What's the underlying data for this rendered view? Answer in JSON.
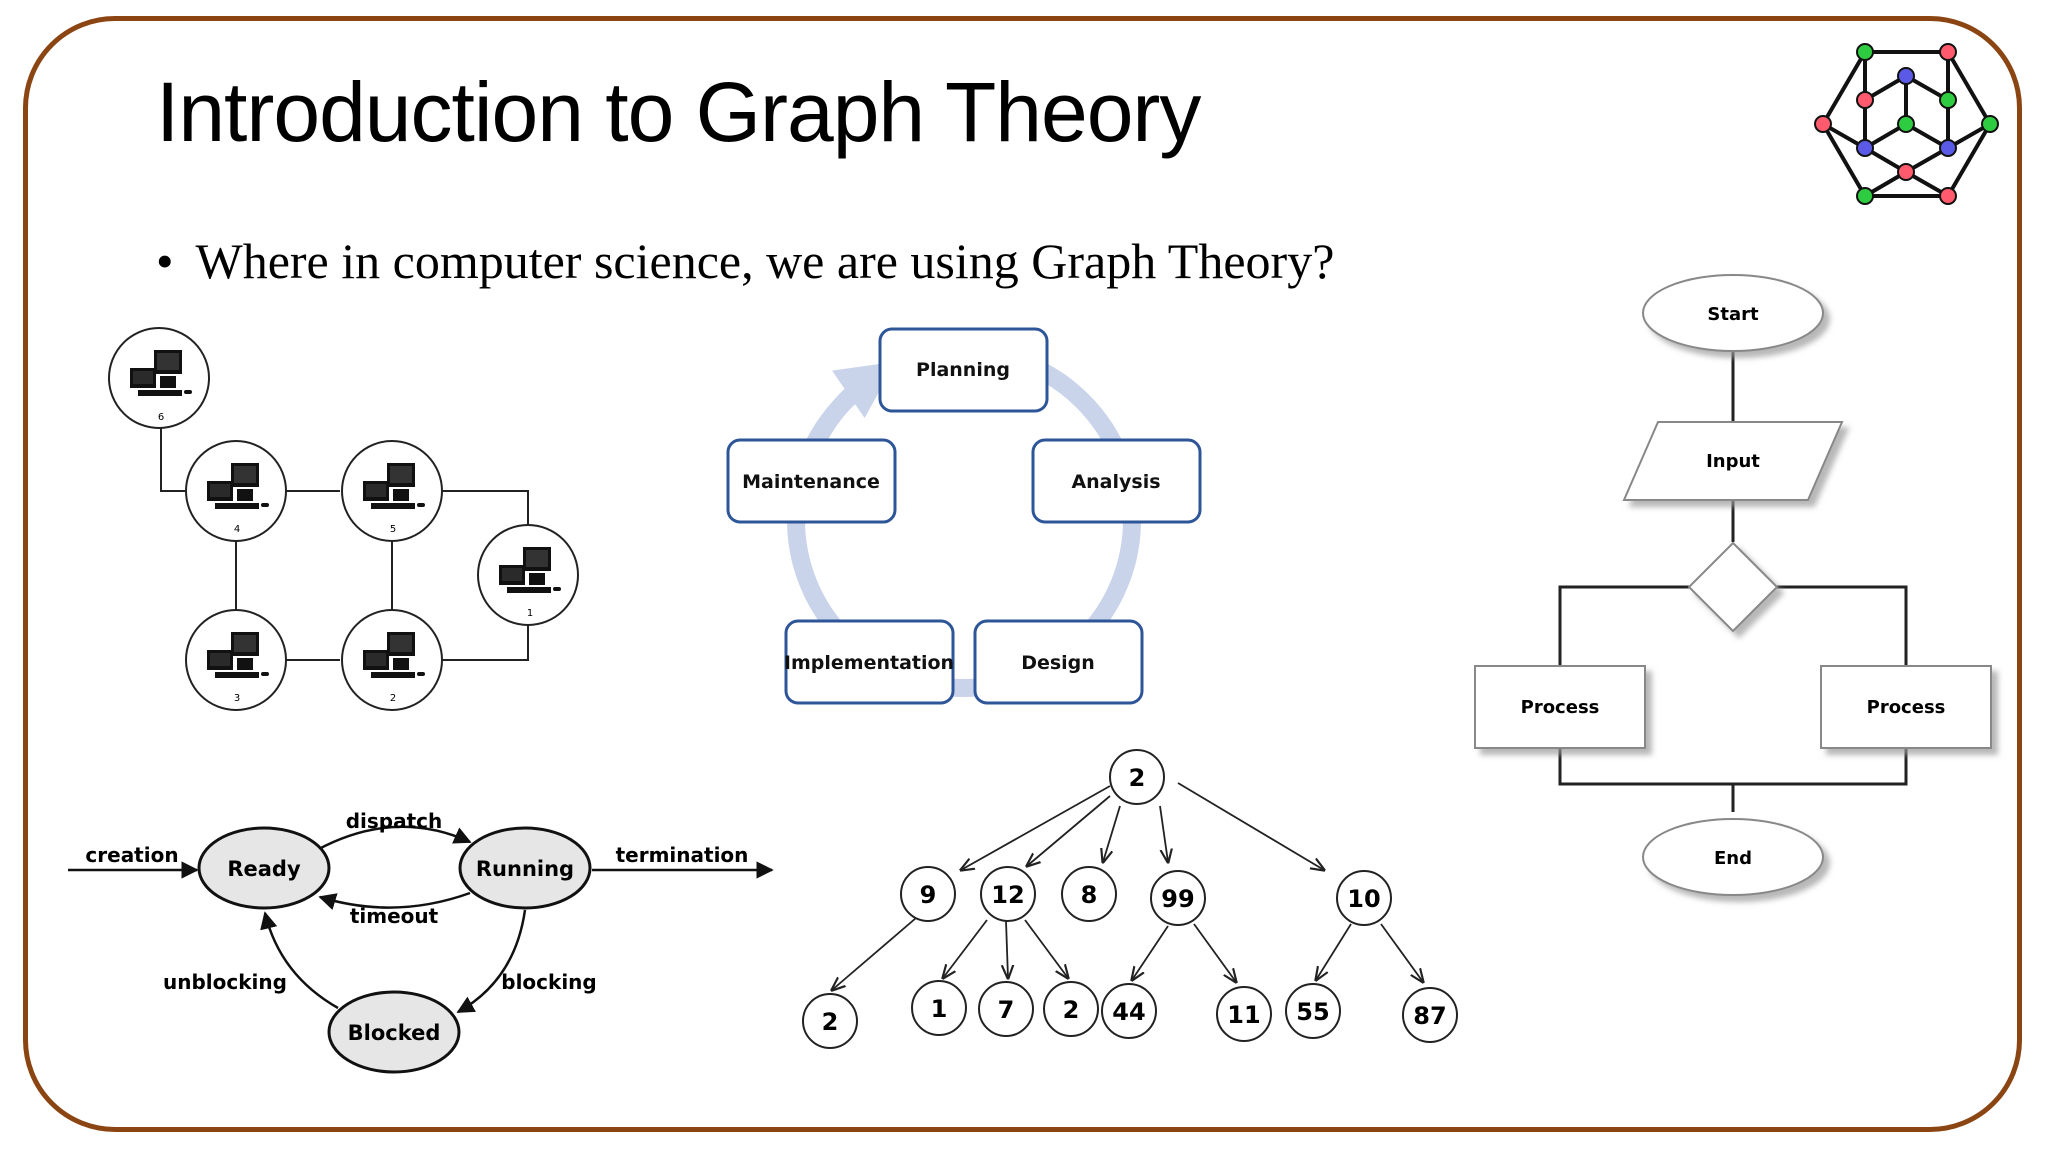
{
  "slide": {
    "title": "Introduction to Graph Theory",
    "bullet": "Where in computer science, we are using Graph Theory?",
    "frame_color": "#8B4513"
  },
  "network_diagram": {
    "icon": "computer-icon",
    "nodes": [
      {
        "id": "6",
        "label": "6"
      },
      {
        "id": "4",
        "label": "4"
      },
      {
        "id": "5",
        "label": "5"
      },
      {
        "id": "1",
        "label": "1"
      },
      {
        "id": "3",
        "label": "3"
      },
      {
        "id": "2",
        "label": "2"
      }
    ],
    "edges": [
      [
        "6",
        "4"
      ],
      [
        "4",
        "5"
      ],
      [
        "4",
        "3"
      ],
      [
        "5",
        "2"
      ],
      [
        "5",
        "1"
      ],
      [
        "3",
        "2"
      ],
      [
        "2",
        "1"
      ]
    ]
  },
  "lifecycle_diagram": {
    "stages": [
      "Planning",
      "Analysis",
      "Design",
      "Implementation",
      "Maintenance"
    ],
    "accent": "#2E5597"
  },
  "state_diagram": {
    "states": {
      "ready": "Ready",
      "running": "Running",
      "blocked": "Blocked"
    },
    "transitions": {
      "creation": "creation",
      "dispatch": "dispatch",
      "timeout": "timeout",
      "termination": "termination",
      "blocking": "blocking",
      "unblocking": "unblocking"
    }
  },
  "tree_diagram": {
    "root": "2",
    "level1": [
      "9",
      "12",
      "8",
      "99",
      "10"
    ],
    "level2": [
      "2",
      "1",
      "7",
      "2",
      "44",
      "11",
      "55",
      "87"
    ]
  },
  "flowchart": {
    "start": "Start",
    "input": "Input",
    "process_left": "Process",
    "process_right": "Process",
    "end": "End"
  },
  "logo": {
    "icon": "graph-logo-icon",
    "node_colors": [
      "#2ecc40",
      "#ff5a6e",
      "#5a5ae6"
    ]
  }
}
